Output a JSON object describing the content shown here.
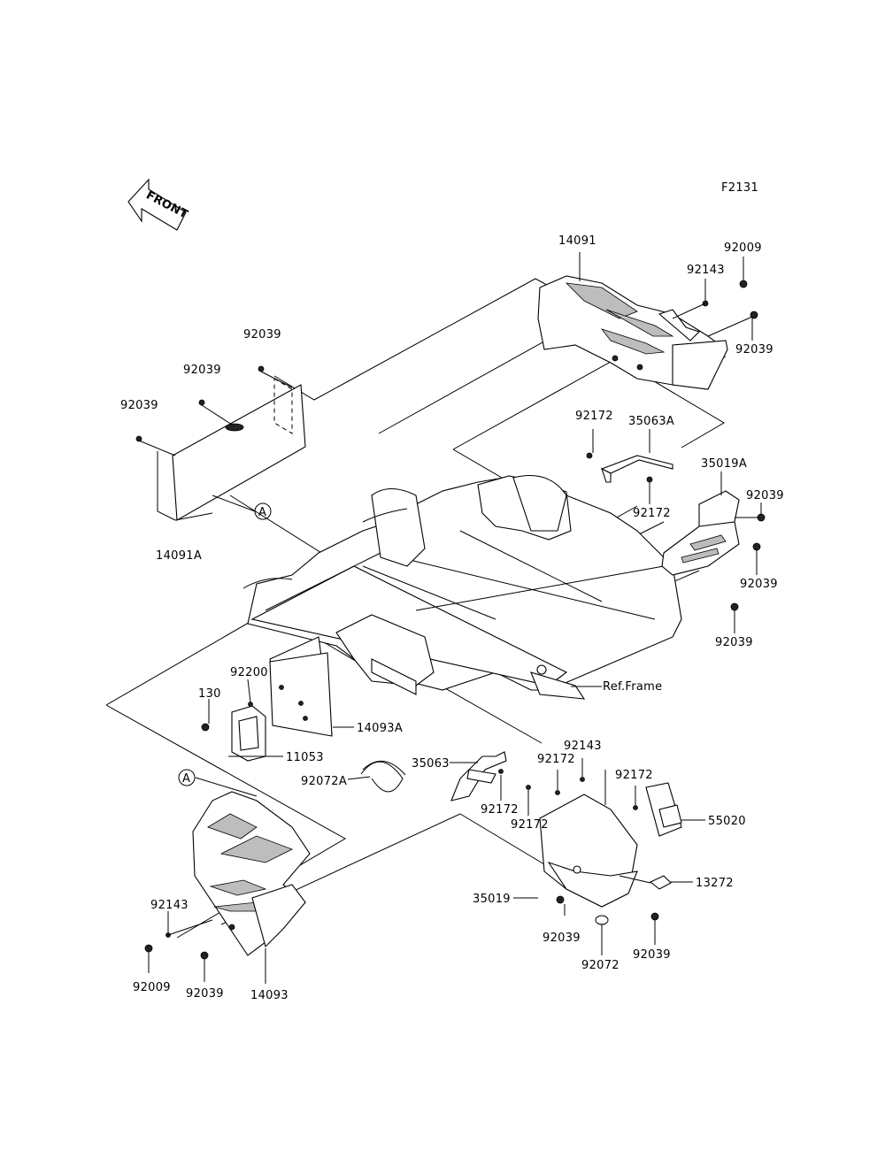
{
  "diagram_code": "F2131",
  "front_label": "FRONT",
  "ref_label": "Ref.Frame",
  "marker_a": "A",
  "parts": {
    "p14091": "14091",
    "p92009_top": "92009",
    "p92143_top": "92143",
    "p92039_tr": "92039",
    "p92039_tl1": "92039",
    "p92039_tl2": "92039",
    "p92039_tl3": "92039",
    "p14091A": "14091A",
    "p92172_a": "92172",
    "p35063A": "35063A",
    "p92172_b": "92172",
    "p35019A": "35019A",
    "p92039_r1": "92039",
    "p92039_r2": "92039",
    "p92039_r3": "92039",
    "p92200": "92200",
    "p130": "130",
    "p14093A": "14093A",
    "p11053": "11053",
    "p92072A": "92072A",
    "p35063": "35063",
    "p92172_c": "92172",
    "p92172_d": "92172",
    "p92143_mid": "92143",
    "p92172_e": "92172",
    "p92172_f": "92172",
    "p55020": "55020",
    "p13272": "13272",
    "p35019": "35019",
    "p92039_b1": "92039",
    "p92072": "92072",
    "p92039_b2": "92039",
    "p92143_bl": "92143",
    "p92009_bl": "92009",
    "p92039_bl": "92039",
    "p14093": "14093"
  }
}
